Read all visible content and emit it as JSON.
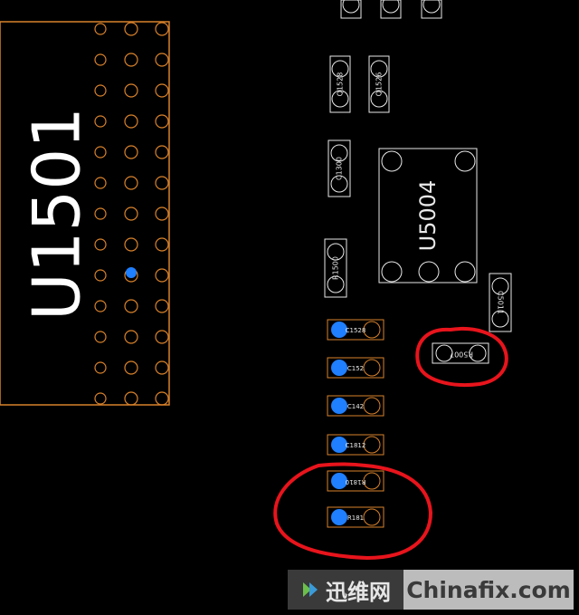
{
  "board": {
    "big_label": "U1501",
    "chip_label": "U5004",
    "components": {
      "q1528": "Q1528",
      "q1526": "Q1526",
      "c1300": "C1300",
      "r1500": "R1500",
      "c5011": "C5011",
      "r5007": "R5007",
      "c1528": "C1528",
      "c152": "C152",
      "c142": "C142",
      "c1812": "C1812",
      "r1810": "R1810",
      "r181": "R181"
    }
  },
  "watermark": {
    "cn": "迅维网",
    "en": "Chinafix.com"
  },
  "colors": {
    "pad_outline": "#d9822b",
    "silk": "#e8e8e8",
    "highlight_pad": "#1f7fff",
    "annotation": "#e8141c"
  }
}
